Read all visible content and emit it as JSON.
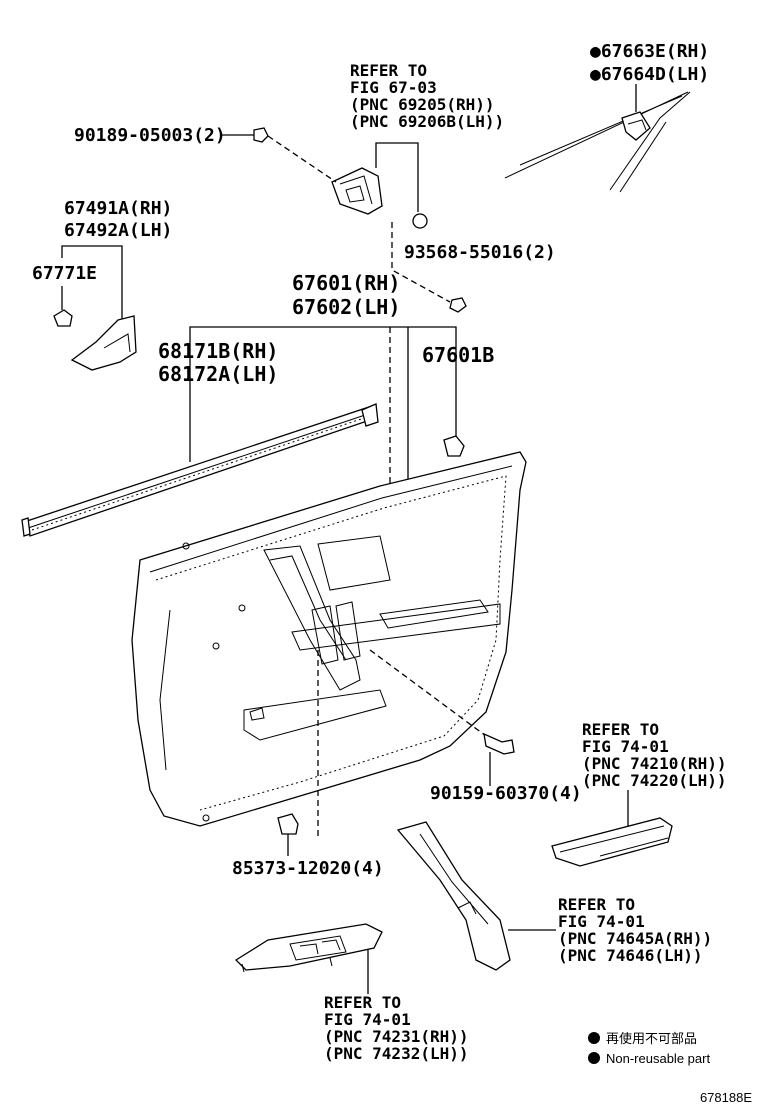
{
  "labels": {
    "l_67663E": "●67663E(RH)",
    "l_67664D": "●67664D(LH)",
    "l_refer_6703_1": "REFER TO",
    "l_refer_6703_2": "FIG 67-03",
    "l_refer_6703_3": "(PNC 69205(RH))",
    "l_refer_6703_4": "(PNC 69206B(LH))",
    "l_90189": "90189-05003(2)",
    "l_67491A": "67491A(RH)",
    "l_67492A": "67492A(LH)",
    "l_67771E": "67771E",
    "l_93568": "93568-55016(2)",
    "l_67601": "67601(RH)",
    "l_67602": "67602(LH)",
    "l_68171B": "68171B(RH)",
    "l_68172A": "68172A(LH)",
    "l_67601B": "67601B",
    "l_refer_7401a_1": "REFER TO",
    "l_refer_7401a_2": "FIG 74-01",
    "l_refer_7401a_3": "(PNC 74210(RH))",
    "l_refer_7401a_4": "(PNC 74220(LH))",
    "l_90159": "90159-60370(4)",
    "l_85373": "85373-12020(4)",
    "l_refer_7401b_1": "REFER TO",
    "l_refer_7401b_2": "FIG 74-01",
    "l_refer_7401b_3": "(PNC 74645A(RH))",
    "l_refer_7401b_4": "(PNC 74646(LH))",
    "l_refer_7401c_1": "REFER TO",
    "l_refer_7401c_2": "FIG 74-01",
    "l_refer_7401c_3": "(PNC 74231(RH))",
    "l_refer_7401c_4": "(PNC 74232(LH))"
  },
  "legend": {
    "jp": "再使用不可部品",
    "en": "Non-reusable part"
  },
  "figure_number": "678188E"
}
